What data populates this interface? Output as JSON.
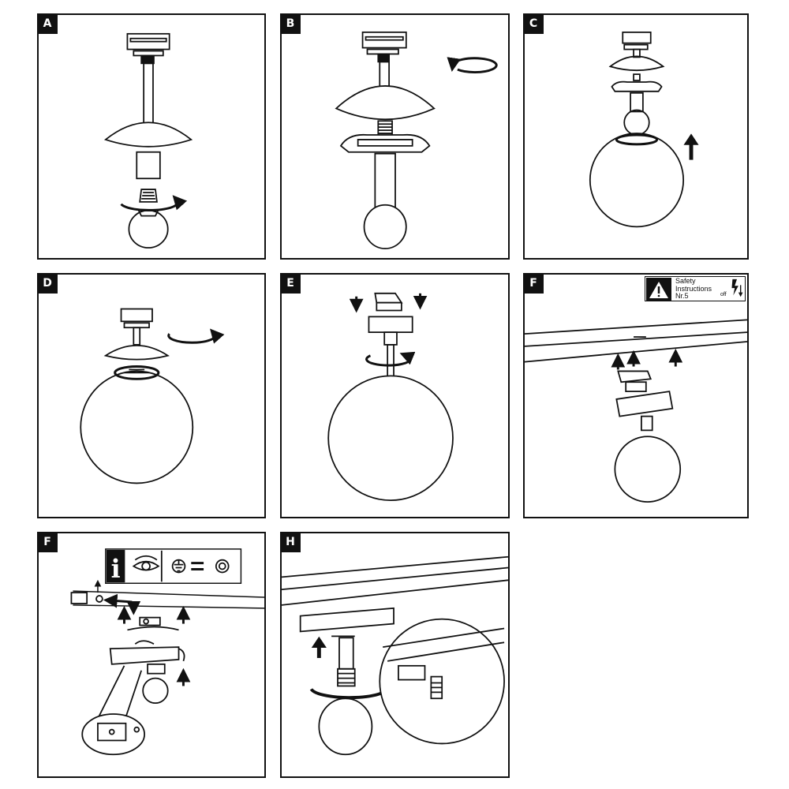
{
  "panels": {
    "a": {
      "label": "A"
    },
    "b": {
      "label": "B"
    },
    "c": {
      "label": "C"
    },
    "d": {
      "label": "D"
    },
    "e": {
      "label": "E"
    },
    "f1": {
      "label": "F"
    },
    "f2": {
      "label": "F"
    },
    "h": {
      "label": "H"
    }
  },
  "safety": {
    "line1": "Safety",
    "line2": "Instructions",
    "line3": "Nr.5",
    "off": "off"
  },
  "icons": [
    "warning-icon",
    "lightning-icon",
    "info-icon",
    "eye-icon",
    "ground-icon",
    "equals-icon",
    "circle-target-icon",
    "rotate-arrow-icon",
    "up-arrow-icon",
    "down-arrow-icon"
  ],
  "colors": {
    "ink": "#111111",
    "background": "#ffffff"
  }
}
